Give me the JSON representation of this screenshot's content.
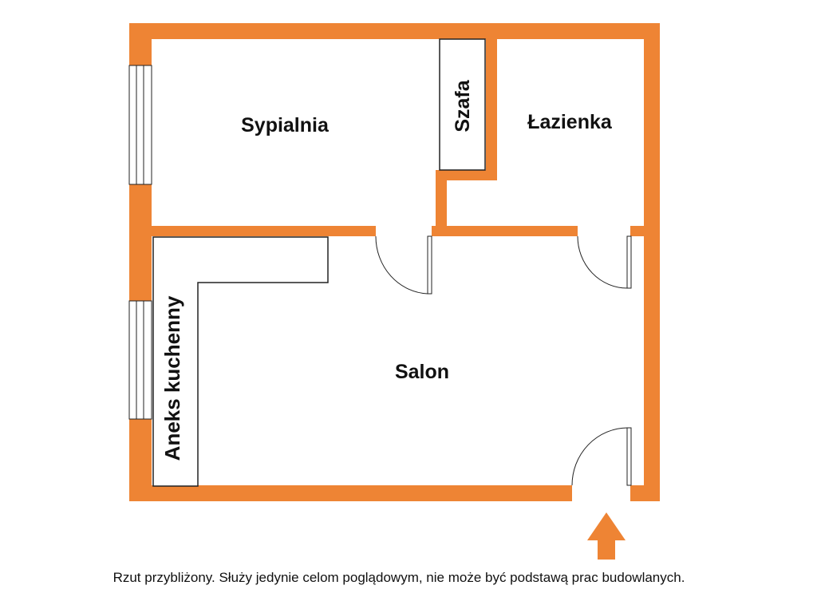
{
  "colors": {
    "wall": "#EE8434",
    "line": "#222222",
    "fill": "#ffffff",
    "arrow": "#EE8434"
  },
  "rooms": {
    "bedroom": "Sypialnia",
    "wardrobe": "Szafa",
    "bathroom": "Łazienka",
    "living_room": "Salon",
    "kitchenette": "Aneks kuchenny"
  },
  "entrance_icon": "arrow-up-icon",
  "footer": {
    "disclaimer": "Rzut przybliżony. Służy jedynie celom poglądowym, nie może być podstawą prac budowlanych."
  }
}
